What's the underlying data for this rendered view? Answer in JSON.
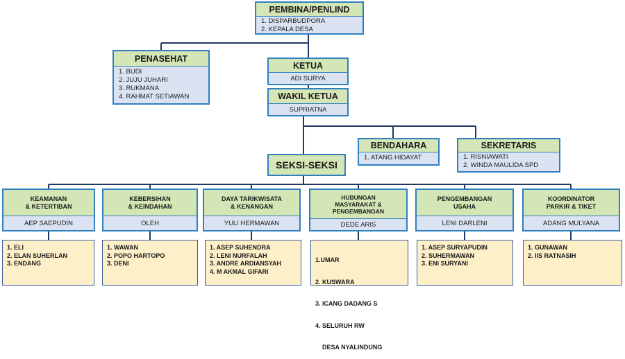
{
  "pembina": {
    "title": "PEMBINA/PENLIND",
    "items": [
      "1. DISPARBUDPORA",
      "2. KEPALA DESA"
    ]
  },
  "penasehat": {
    "title": "PENASEHAT",
    "items": [
      "1. BUDI",
      "2. JUJU JUHARI",
      "3. RUKMANA",
      "4. RAHMAT SETIAWAN"
    ]
  },
  "ketua": {
    "title": "KETUA",
    "name": "ADI SURYA"
  },
  "wakil": {
    "title": "WAKIL KETUA",
    "name": "SUPRIATNA"
  },
  "bendahara": {
    "title": "BENDAHARA",
    "items": [
      "1. ATANG HIDAYAT"
    ]
  },
  "sekretaris": {
    "title": "SEKRETARIS",
    "items": [
      "1. RISNIAWATI",
      "2.  WINDA MAULIDA SPD"
    ]
  },
  "seksi": {
    "title": "SEKSI-SEKSI"
  },
  "divisions": [
    {
      "title_lines": [
        "KEAMANAN",
        "& KETERTIBAN"
      ],
      "head": "AEP SAEPUDIN",
      "members": [
        "1. ELI",
        "2. ELAN SUHERLAN",
        "3. ENDANG"
      ]
    },
    {
      "title_lines": [
        "KEBERSIHAN",
        "& KEINDAHAN"
      ],
      "head": "OLEH",
      "members": [
        "1. WAWAN",
        "2. POPO HARTOPO",
        "3. DENI"
      ]
    },
    {
      "title_lines": [
        "DAYA TARIKWISATA",
        "& KENANGAN"
      ],
      "head": "YULI HERMAWAN",
      "members": [
        "1. ASEP SUHENDRA",
        "2. LENI NURFALAH",
        "3. ANDRE ARDIANSYAH",
        "4. M AKMAL GIFARI"
      ]
    },
    {
      "title_lines": [
        "HUBUNGAN",
        "MASYARAKAT &",
        "PENGEMBANGAN"
      ],
      "head": "DEDE ARIS",
      "members": [
        "1.UMAR",
        "2. KUSWARA",
        "3. ICANG DADANG S",
        "4. SELURUH RW",
        "    DESA NYALINDUNG"
      ]
    },
    {
      "title_lines": [
        "PENGEMBANGAN",
        "USAHA"
      ],
      "head": "LENI DARLENI",
      "members": [
        "1. ASEP SURYAPUDIN",
        "2. SUHERMAWAN",
        "3. ENI SURYANI"
      ]
    },
    {
      "title_lines": [
        "KOORDINATOR",
        "PARKIR & TIKET"
      ],
      "head": "ADANG MULYANA",
      "members": [
        "1. GUNAWAN",
        "2. IIS RATNASIH"
      ]
    }
  ],
  "colors": {
    "header_fill": "#d4e6b5",
    "name_fill": "#dbe3f2",
    "member_fill": "#fdf0c8",
    "border": "#2f7fc1",
    "line": "#1f3864"
  }
}
